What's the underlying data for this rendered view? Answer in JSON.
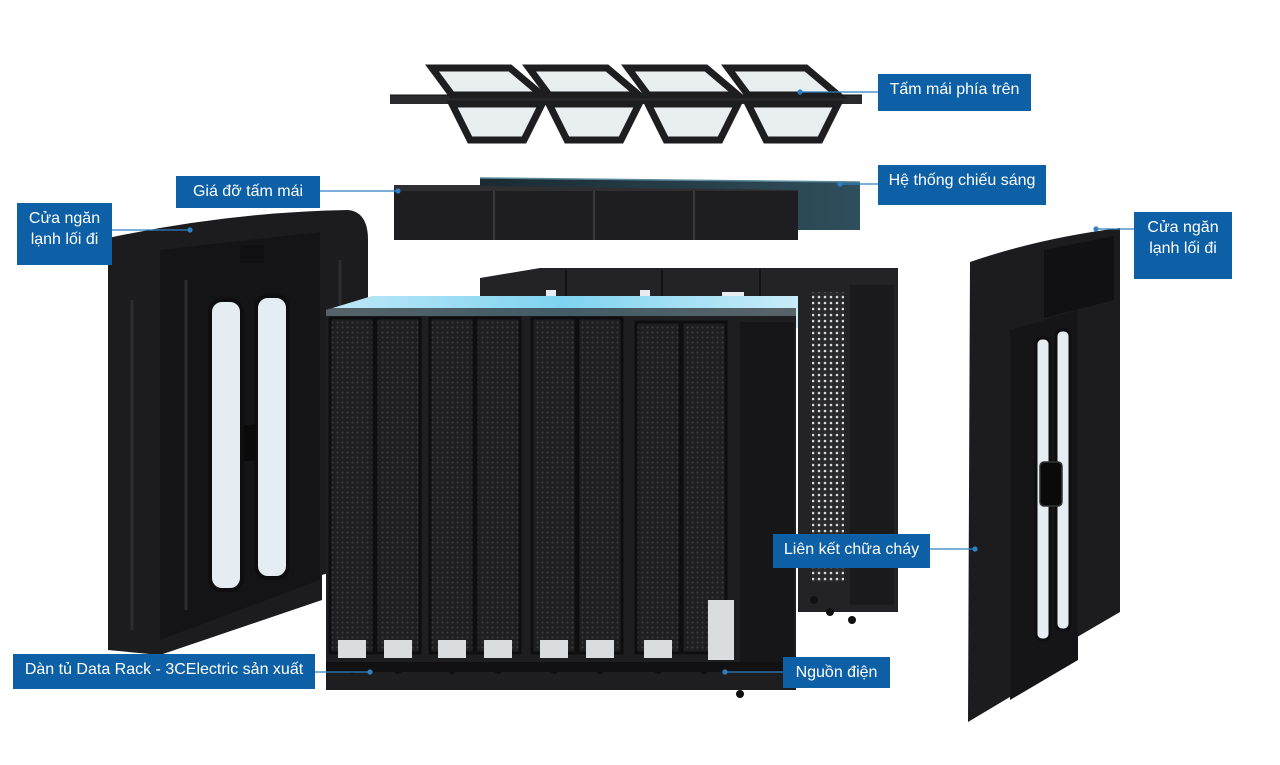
{
  "labels": {
    "top_roof_panels": "Tấm mái phía trên",
    "roof_panel_bracket": "Giá đỡ tấm mái",
    "lighting_system": "Hệ thống chiếu sáng",
    "left_aisle_door": [
      "Cửa ngăn",
      "lạnh lối đi"
    ],
    "right_aisle_door": [
      "Cửa ngăn",
      "lạnh lối đi"
    ],
    "fire_linkage": "Liên kết chữa cháy",
    "rack_array": "Dàn tủ Data Rack - 3CElectric sản xuất",
    "power_supply": "Nguồn điện"
  },
  "colors": {
    "callout_bg": "#0d5fa6",
    "callout_text": "#ffffff",
    "leader_line": "#2f7fc4",
    "cabinet_dark": "#1c1c1e",
    "cabinet_mid": "#2a2a2c",
    "glass": "#e6edf2",
    "cold_glow": "#7fd3f0"
  }
}
